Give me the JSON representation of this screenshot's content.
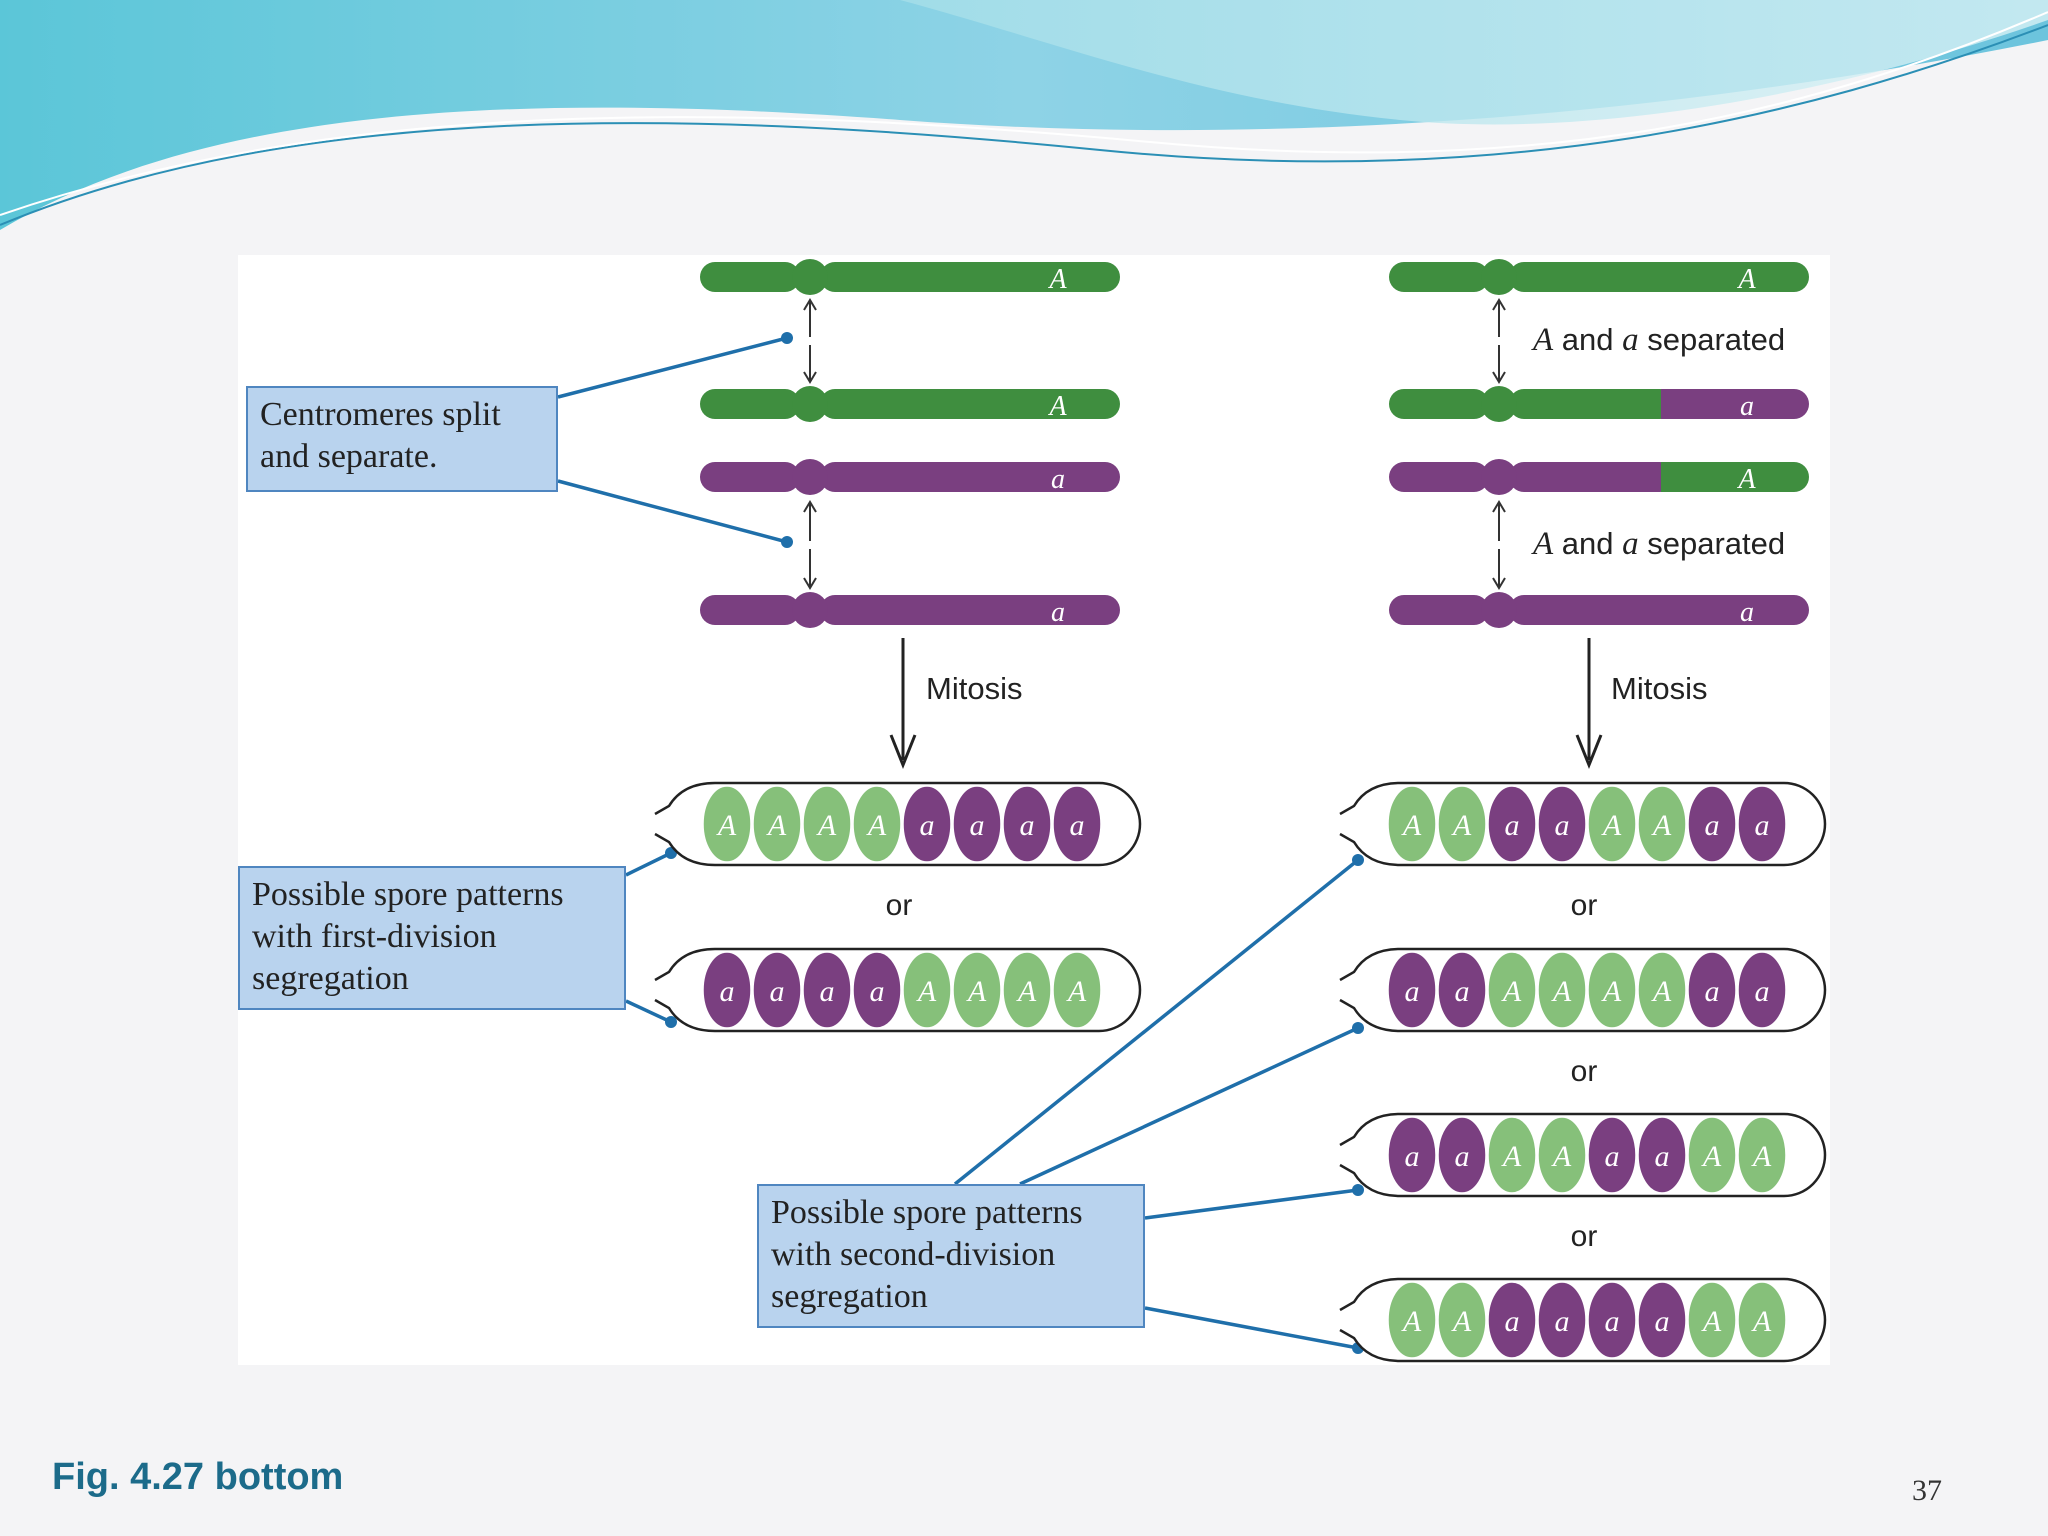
{
  "colors": {
    "green_dark": "#3f8e3f",
    "green_light": "#86c07a",
    "purple": "#7a3f80",
    "label_bg": "#b9d3ee",
    "leader": "#1f6faa",
    "caption": "#1c6b8a"
  },
  "labels": {
    "centromeres": [
      "Centromeres split",
      "and separate."
    ],
    "first_division": [
      "Possible spore patterns",
      "with first-division",
      "segregation"
    ],
    "second_division": [
      "Possible spore patterns",
      "with second-division",
      "segregation"
    ]
  },
  "separated_text": {
    "allele_A": "A",
    "and": " and ",
    "allele_a": "a",
    "rest": " separated"
  },
  "mitosis": "Mitosis",
  "or": "or",
  "left_chromosomes": [
    {
      "left": "G",
      "right": "G",
      "allele": "A"
    },
    {
      "left": "G",
      "right": "G",
      "allele": "A"
    },
    {
      "left": "P",
      "right": "P",
      "allele": "a"
    },
    {
      "left": "P",
      "right": "P",
      "allele": "a"
    }
  ],
  "right_chromosomes": [
    {
      "left": "G",
      "right": "G",
      "allele": "A"
    },
    {
      "left": "G",
      "right": "GP",
      "allele": "a"
    },
    {
      "left": "P",
      "right": "PG",
      "allele": "A"
    },
    {
      "left": "P",
      "right": "P",
      "allele": "a"
    }
  ],
  "left_asci": [
    [
      "A",
      "A",
      "A",
      "A",
      "a",
      "a",
      "a",
      "a"
    ],
    [
      "a",
      "a",
      "a",
      "a",
      "A",
      "A",
      "A",
      "A"
    ]
  ],
  "right_asci": [
    [
      "A",
      "A",
      "a",
      "a",
      "A",
      "A",
      "a",
      "a"
    ],
    [
      "a",
      "a",
      "A",
      "A",
      "A",
      "A",
      "a",
      "a"
    ],
    [
      "a",
      "a",
      "A",
      "A",
      "a",
      "a",
      "A",
      "A"
    ],
    [
      "A",
      "A",
      "a",
      "a",
      "a",
      "a",
      "A",
      "A"
    ]
  ],
  "caption": "Fig. 4.27 bottom",
  "page_number": "37"
}
